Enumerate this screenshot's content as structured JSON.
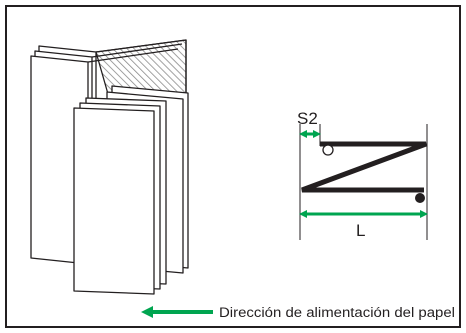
{
  "labels": {
    "spacing": "S2",
    "length": "L",
    "feed_direction": "Dirección de alimentación del papel"
  },
  "colors": {
    "frame": "#231f20",
    "arrow": "#00a550",
    "paper": "#ffffff",
    "hatch": "#8a8a8a"
  },
  "icons": {
    "feed_arrow": "arrow-left-icon",
    "dimension_arrows": "double-arrow-icon"
  }
}
